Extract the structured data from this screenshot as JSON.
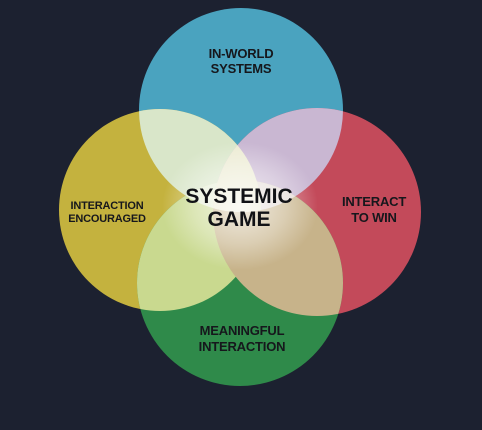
{
  "diagram": {
    "center": {
      "line1": "SYSTEMIC",
      "line2": "GAME"
    },
    "top": {
      "line1": "IN-WORLD",
      "line2": "SYSTEMS",
      "color": "#4aa3bf"
    },
    "left": {
      "line1": "INTERACTION",
      "line2": "ENCOURAGED",
      "color": "#c4b23e"
    },
    "right": {
      "line1": "INTERACT",
      "line2": "TO WIN",
      "color": "#c34a5a"
    },
    "bottom": {
      "line1": "MEANINGFUL",
      "line2": "INTERACTION",
      "color": "#2f8a4a"
    },
    "background": "#1c2130"
  }
}
